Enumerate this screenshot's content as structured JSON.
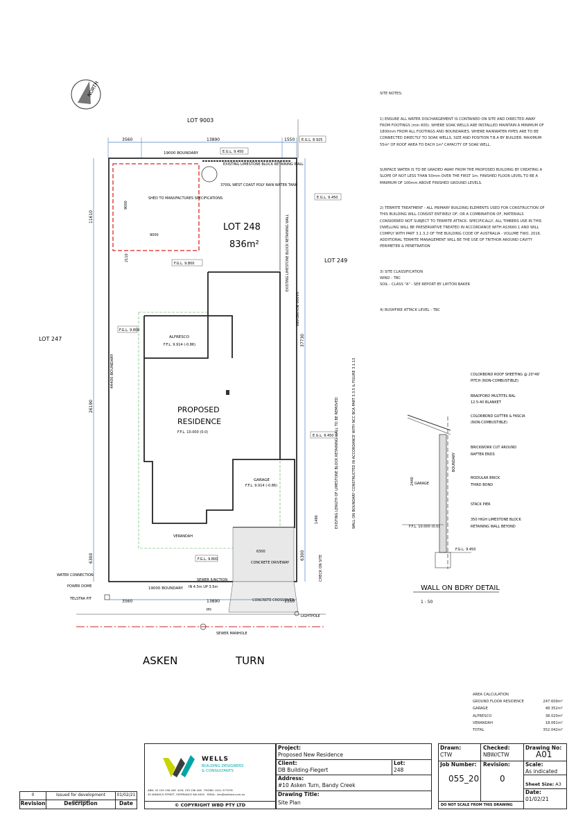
{
  "plan": {
    "lot_north": "LOT 9003",
    "lot_east": "LOT 249",
    "lot_west": "LOT 247",
    "lot_name": "LOT 248",
    "lot_area": "836m²",
    "north": "NORTH",
    "dims": {
      "top_left": "3560",
      "top_mid": "13890",
      "top_right": "1550",
      "bottom_left": "3560",
      "bottom_mid": "13890",
      "bottom_right": "1550",
      "left_upper": "11610",
      "left_mid": "26190",
      "left_lower": "6300",
      "right_mid": "37730",
      "right_lower": "6300",
      "right_lower2": "6300",
      "shed_w": "9000",
      "shed_h": "9000",
      "gap": "2110",
      "retaining_len": "1490",
      "driveway_w": "6300"
    },
    "labels": {
      "top_boundary": "19000 BOUNDARY",
      "bottom_boundary": "19000 BOUNDARY",
      "left_boundary": "44400 BOUNDARY",
      "right_boundary": "44400 BOUNDARY",
      "retaining_wall_top": "EXISTING LIMESTONE BLOCK RETAINING WALL",
      "retaining_wall_right": "EXISTING LIMESTONE BLOCK RETAINING WALL",
      "tank": "3700L WEST COAST POLY RAIN WATER TANK",
      "shed": "SHED TO MANUFACTURES SPECIFICATIONS",
      "alfresco": "ALFRESCO",
      "alfresco_ffl": "F.F.L. 9.914 (-0.86)",
      "residence": "PROPOSED RESIDENCE",
      "residence_ffl": "F.F.L. 10.000 (0.0)",
      "garage": "GARAGE",
      "garage_ffl": "F.F.L. 9.914 (-0.86)",
      "verandah": "VERANDAH",
      "driveway": "CONCRETE DRIVEWAY",
      "crossover": "CONCRETE CROSSOVER",
      "water_conn": "WATER CONNECTION",
      "power_dome": "POWER DOME",
      "telstra": "TELSTRA PIT",
      "sewer_junction": "SEWER JUNCTION",
      "sewer_junction_dims": "IN 4.5m  UP 3.5m",
      "sewer_manhole": "SEWER MANHOLE",
      "lightpole": "LIGHTPOLE",
      "ph": "PH",
      "check_on_site": "CHECK ON SITE",
      "wall_note": "EXISTING LENGTH OF LIMESTONE BLOCK RETAINING WALL TO BE REMOVED",
      "wall_note2": "WALL ON BOUNDARY CONSTRUCTED IN ACCORDANCE WITH NCC BCA PART 3.3.5 & FIGURE 3.1.13",
      "street_1": "ASKEN",
      "street_2": "TURN"
    },
    "levels": {
      "egl_top": "E.G.L. 9.450",
      "egl_top_right": "E.G.L. 8.925",
      "egl_right_top": "E.G.L. 9.450",
      "fgl_mid": "F.G.L. 9.800",
      "fgl_left": "F.G.L. 9.800",
      "egl_right_mid": "E.G.L. 9.450",
      "fgl_bottom": "F.G.L. 9.800"
    }
  },
  "site_notes": {
    "heading": "SITE NOTES:",
    "note_1": "1) ENSURE ALL WATER DISCHARGEMENT IS CONTAINED ON SITE AND DIRECTED AWAY FROM FOOTINGS (min 600). WHERE SOAK WELLS ARE INSTALLED MAINTAIN A MINIMUM OF 1800mm FROM ALL FOOTINGS AND BOUNDARIES. WHERE RAINWATER PIPES ARE TO BE CONNECTED DIRECTLY TO SOAK WELLS, SIZE AND POSITION T.B.A BY BUILDER. MAXIMUM 55m² OF ROOF AREA TO EACH 1m³ CAPACITY OF SOAK WELL.",
    "note_1b": "SURFACE WATER IS TO BE GRADED AWAY FROM THE PROPOSED BUILDING BY CREATING A SLOPE OF NOT LESS THAN 50mm OVER THE FIRST 1m. FINISHED FLOOR LEVEL TO BE A MINIMUM OF 100mm ABOVE FINISHED GROUND LEVELS.",
    "note_2": "2) TERMITE TREATMENT - ALL PRIMARY BUILDING ELEMENTS USED FOR CONSTRUCTION OF THIS BUILDING WILL CONSIST ENTIRELY OF, OR A COMBINATION OF, MATERIALS CONSIDERED NOT SUBJECT TO TERMITE ATTACK. SPECIFICALLY, ALL TIMBERS USE IN THIS DWELLING WILL BE PRESERVATIVE TREATED IN ACCORDANCE WITH AS3660.1 AND WILL COMPLY WITH PART 3.1.3.2 OF THE BUILDING CODE OF AUSTRALIA - VOLUME TWO, 2016. ADDITIONAL TERMITE MANAGEMENT WILL BE THE USE OF TRITHOR AROUND CAVITY PERIMETER & PENETRATION",
    "note_3": "3) SITE CLASSIFICATION\nWIND - TBC\nSOIL - CLASS \"A\" - SEE REPORT BY LAYTON BAKER",
    "note_4": "4) BUSHFIRE ATTACK LEVEL - TBC"
  },
  "detail": {
    "title": "WALL ON BDRY DETAIL",
    "scale": "1 : 50",
    "roof": "COLORBOND ROOF SHEETING @ 20°49' PITCH (NON-COMBUSTIBLE)",
    "blanket": "BRADFORD MULTITEL BAL 12.5-40 BLANKET",
    "gutter": "COLORBOND GUTTER & FASCIA (NON-COMBUSTIBLE)",
    "brickwork": "BRICKWORK CUT AROUND RAFTER ENDS",
    "brick": "MODULAR BRICK THIRD BOND",
    "pier": "STACK PIER",
    "limestone": "350 HIGH LIMESTONE BLOCK RETAINING WALL BEYOND",
    "garage": "GARAGE",
    "boundary": "BOUNDARY",
    "ffl": "F.F.L. 10.000 (0.0)",
    "fgl": "F.G.L. 9.450",
    "height": "2440"
  },
  "area_calc": {
    "heading": "AREA CALCULATION",
    "rows": [
      {
        "label": "GROUND FLOOR RESIDENCE",
        "value": "247.609m²"
      },
      {
        "label": "GARAGE",
        "value": "48.352m²"
      },
      {
        "label": "ALFRESCO",
        "value": "38.020m²"
      },
      {
        "label": "VERANDAH",
        "value": "18.061m²"
      },
      {
        "label": "TOTAL",
        "value": "352.042m²"
      }
    ]
  },
  "title_block": {
    "revision_row": {
      "rev": "0",
      "desc": "Issued for development approval",
      "date": "01/02/21"
    },
    "rev_header": "Revision",
    "desc_header": "Description",
    "date_header": "Date",
    "company_1": "WELLS",
    "company_2": "BUILDING DESIGNERS",
    "company_3": "& CONSULTANTS",
    "company_info": "ABN: 43 159 196 406  ACN: 159 196 406   PHONE: 0411 977978\n45 WINDICH STREET, ESPERANCE WA 6450   EMAIL: info@wellsbd.com.au",
    "copyright": "© COPYRIGHT WBD PTY LTD",
    "project_label": "Project:",
    "project": "Proposed New Residence",
    "client_label": "Client:",
    "client": "DB Building-Fiegert",
    "lot_label": "Lot:",
    "lot": "248",
    "address_label": "Address:",
    "address": "#10 Asken Turn, Bandy Creek",
    "drawing_title_label": "Drawing Title:",
    "drawing_title": "Site Plan",
    "drawn_label": "Drawn:",
    "drawn": "CTW",
    "checked_label": "Checked:",
    "checked": "NBW/CTW",
    "drawing_no_label": "Drawing No:",
    "drawing_no": "A01",
    "job_label": "Job Number:",
    "job": "055_20",
    "revision_label": "Revision:",
    "revision": "0",
    "scale_label": "Scale:",
    "scale": "As indicated",
    "sheet_label": "Sheet Size:",
    "sheet": "A3",
    "date_label": "Date:",
    "date": "01/02/21",
    "no_scale": "DO NOT SCALE FROM THIS DRAWING"
  }
}
